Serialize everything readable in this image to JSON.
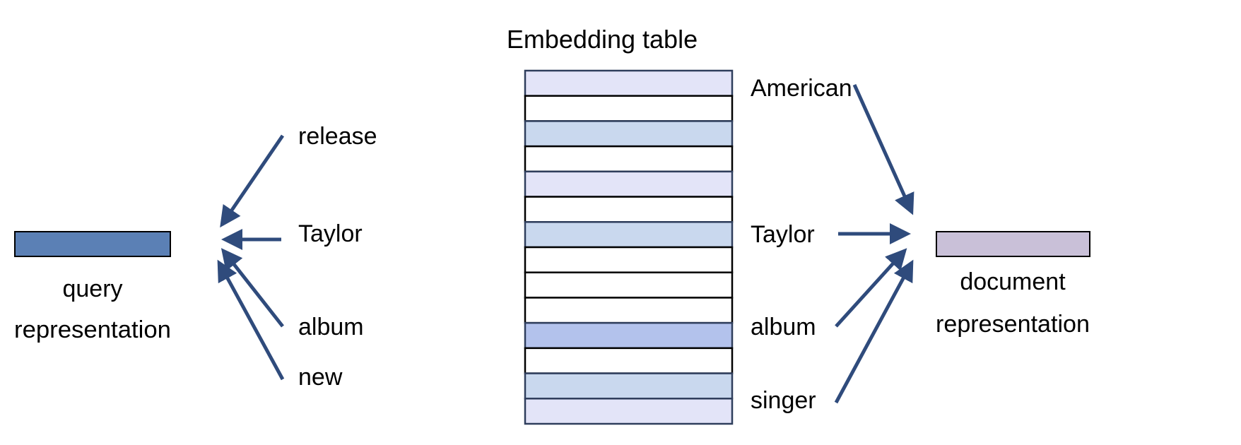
{
  "title": "Embedding table",
  "query": {
    "line1": "query",
    "line2": "representation",
    "color": "#5B80B5"
  },
  "document": {
    "line1": "document",
    "line2": "representation",
    "color": "#C9C0D8"
  },
  "query_words": [
    "release",
    "Taylor",
    "album",
    "new"
  ],
  "document_words": [
    "American",
    "Taylor",
    "album",
    "singer"
  ],
  "table_rows": [
    "lavender",
    "white",
    "lightblue",
    "white",
    "lavender",
    "white",
    "lightblue",
    "white",
    "white",
    "white",
    "medium",
    "white",
    "lightblue",
    "lavender"
  ],
  "colors": {
    "lavender": "#E3E4F8",
    "lightblue": "#C9D8EE",
    "medium": "#B3C2EC",
    "white": "#FFFFFF",
    "arrow": "#2F4B7C"
  }
}
